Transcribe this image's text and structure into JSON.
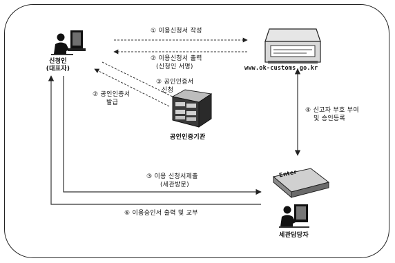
{
  "nodes": {
    "applicant": {
      "name": "신청인",
      "sub": "(대표자)",
      "icon": "person-at-computer-icon"
    },
    "website": {
      "url": "www.ok-customs.go.kr",
      "icon": "printer-icon"
    },
    "cert_authority": {
      "name": "공인인증기관",
      "icon": "filing-cabinet-icon"
    },
    "customs_officer": {
      "name": "세관담당자",
      "icon": "person-at-computer-icon",
      "key_icon": "enter-key-icon",
      "key_label": "Enter"
    }
  },
  "steps": {
    "s1": "① 이용신청서 작성",
    "s2a": "② 이용신청서 출력",
    "s2b": "(신청인 서명)",
    "s3a": "③ 공인인증서",
    "s3b": "신청",
    "s4a": "② 공인인증서",
    "s4b": "발급",
    "s5a": "④ 신고자 부호 부여",
    "s5b": "및 승인등록",
    "s6a": "③ 이용 신청서제출",
    "s6b": "(세관방문)",
    "s7": "⑥ 이용승인서 출력 및 교부"
  }
}
